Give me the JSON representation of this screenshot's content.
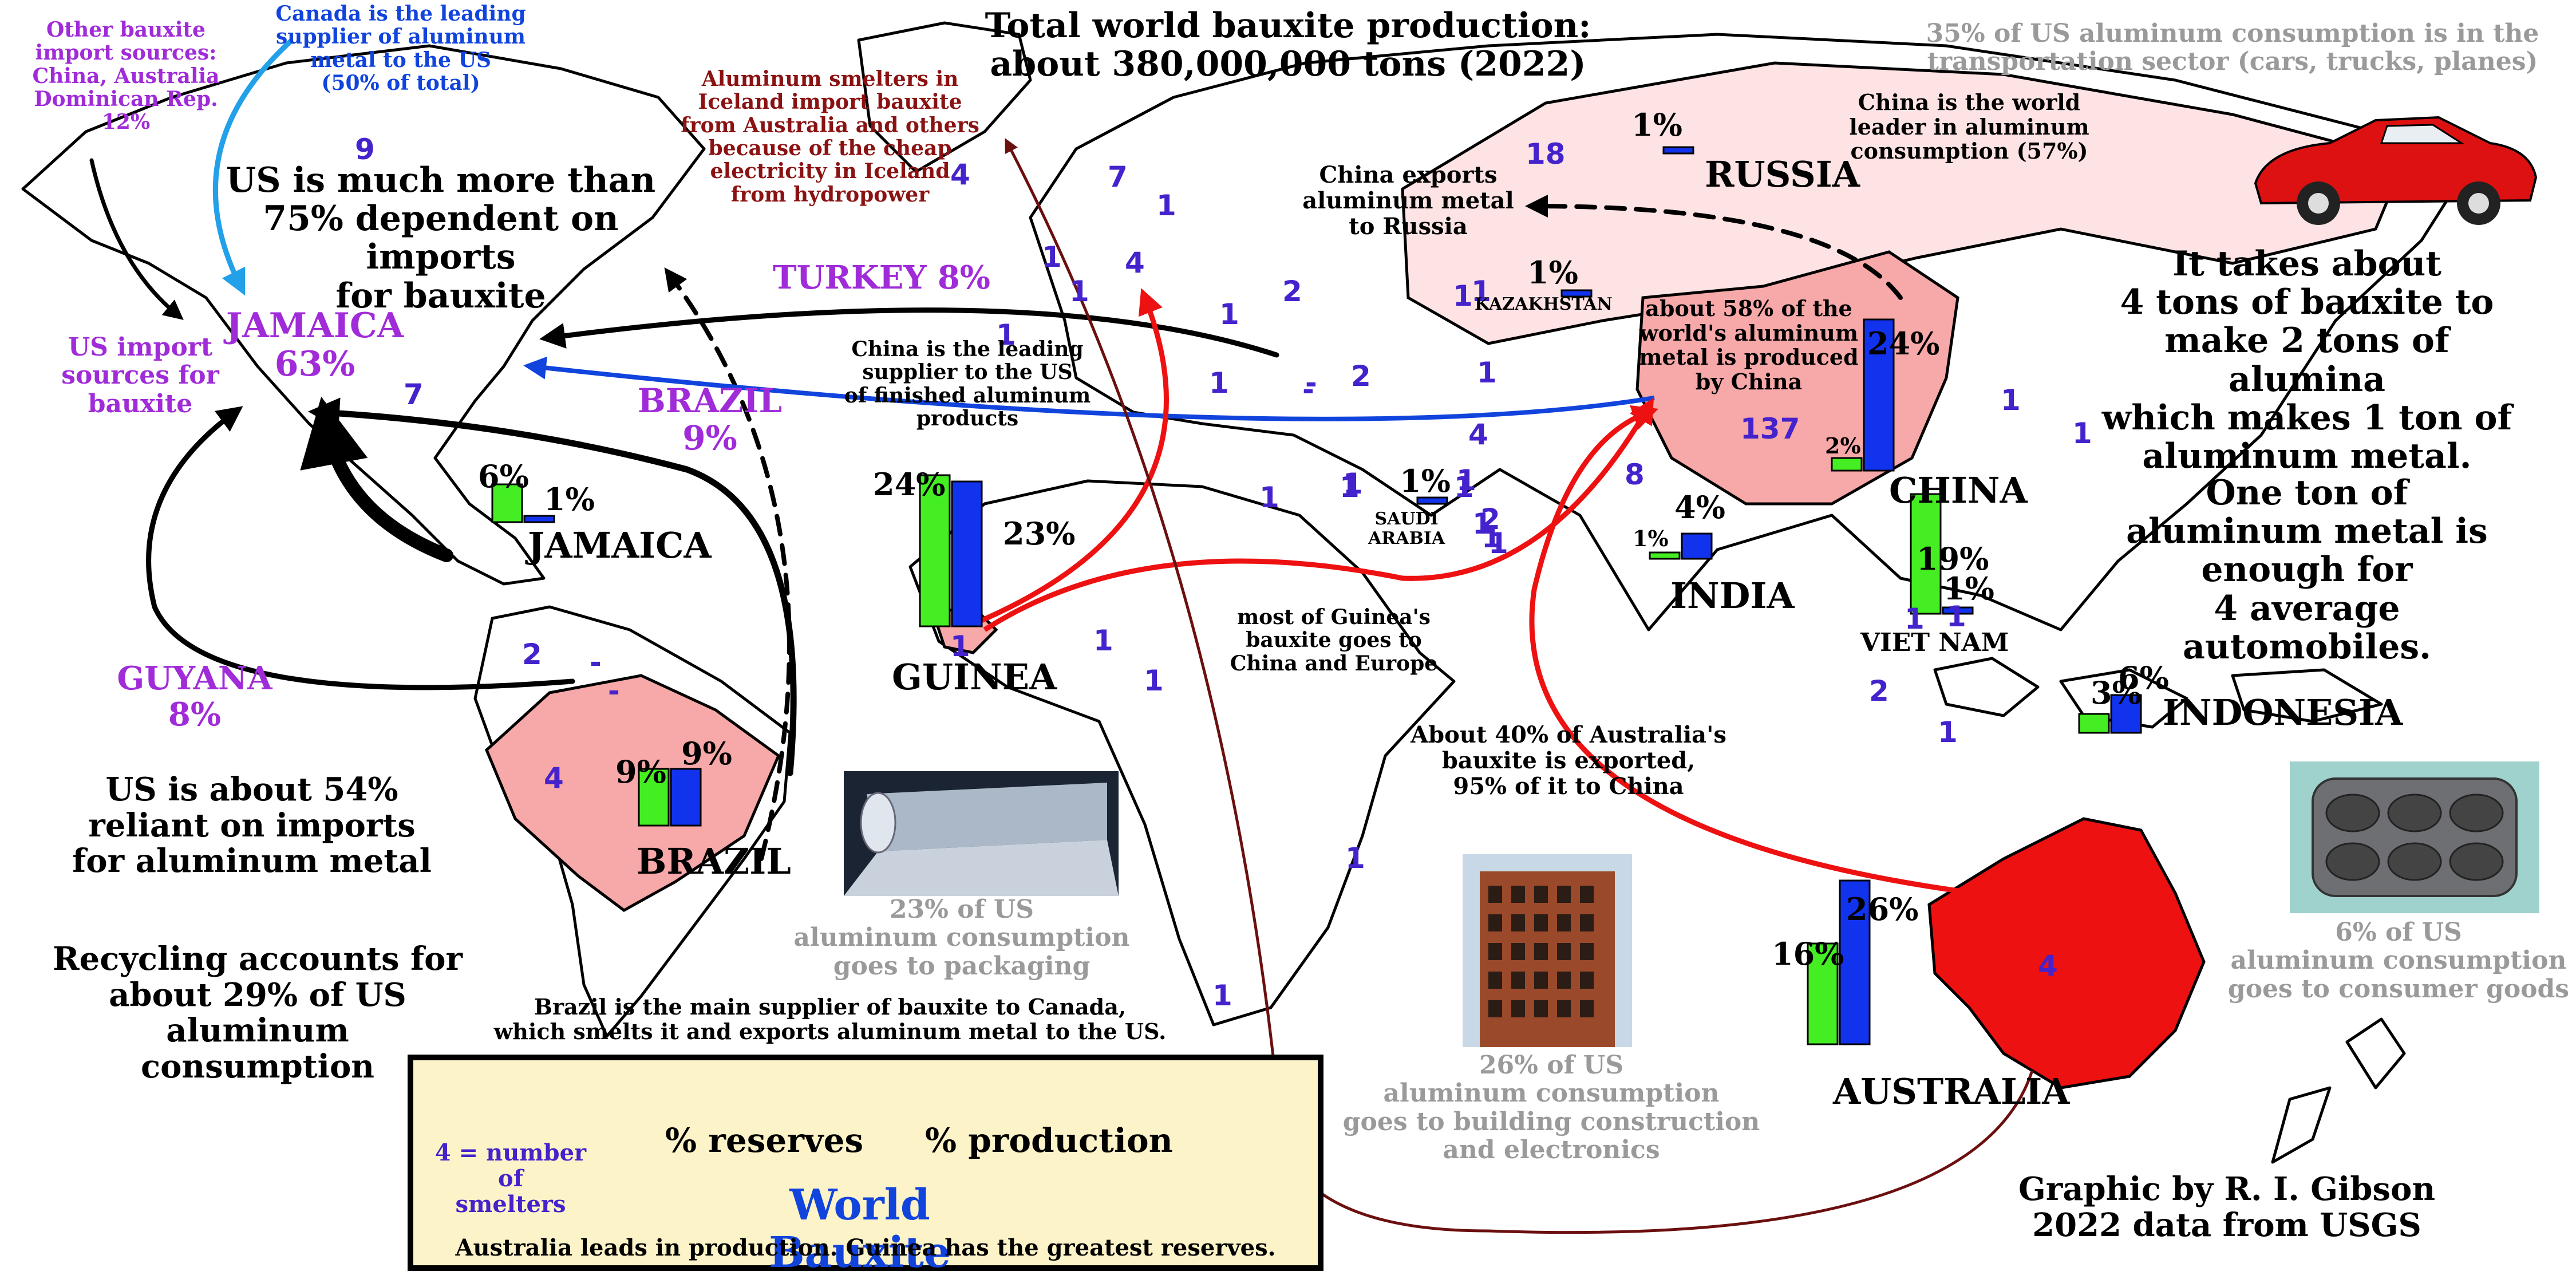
{
  "title": "Total world bauxite production:\nabout 380,000,000 tons (2022)",
  "colors": {
    "reserves_bar": "#44ee22",
    "production_bar": "#1133ee",
    "country_highlight": "#f7a8a8",
    "australia": "#ee1111",
    "arrow_black": "#000000",
    "arrow_red": "#ee1111",
    "arrow_blue": "#1144dd",
    "arrow_lightblue": "#22a0e8",
    "arrow_brown": "#6b0f0f",
    "smelter_number": "#4422cc"
  },
  "countries": {
    "jamaica": "JAMAICA",
    "brazil": "BRAZIL",
    "guinea": "GUINEA",
    "russia": "RUSSIA",
    "kazakhstan": "KAZAKHSTAN",
    "saudi_arabia": "SAUDI\nARABIA",
    "china": "CHINA",
    "india": "INDIA",
    "viet_nam": "VIET NAM",
    "indonesia": "INDONESIA",
    "australia": "AUSTRALIA"
  },
  "us_import_labels": {
    "jamaica": "JAMAICA\n63%",
    "brazil": "BRAZIL\n9%",
    "guyana": "GUYANA\n8%",
    "turkey": "TURKEY 8%",
    "sources": "US import\nsources for\nbauxite",
    "other": "Other bauxite\nimport sources:\nChina, Australia\nDominican Rep.\n12%"
  },
  "notes": {
    "canada": "Canada is the leading\nsupplier of aluminum\nmetal to the US\n(50% of total)",
    "iceland": "Aluminum smelters in\nIceland import bauxite\nfrom Australia and others\nbecause of the cheap\nelectricity in Iceland\nfrom hydropower",
    "us_dependent": "US is much more than\n75% dependent on imports\nfor bauxite",
    "us_reliant": "US is about 54%\nreliant on imports\nfor aluminum metal",
    "recycling": "Recycling accounts for\nabout 29% of US\naluminum\nconsumption",
    "china_us": "China is the leading\nsupplier to the US\nof finished aluminum\nproducts",
    "china_russia": "China exports\naluminum metal\nto Russia",
    "china_leader": "China is the world\nleader in aluminum\nconsumption (57%)",
    "china_58": "about 58% of the\nworld's aluminum\nmetal is produced\nby China",
    "guinea_exports": "most of Guinea's\nbauxite goes to\nChina and Europe",
    "australia_exports": "About 40% of Australia's\nbauxite is exported,\n95% of it to China",
    "brazil_canada": "Brazil is the main supplier of bauxite to Canada,\nwhich smelts it and exports aluminum metal to the US.",
    "ratio": "It takes about\n4 tons of bauxite to\nmake 2 tons of alumina\nwhich makes 1 ton of\naluminum metal.",
    "automobiles": "One ton of\naluminum metal is\nenough for\n4 average automobiles.",
    "credit": "Graphic by R. I. Gibson\n2022 data from USGS"
  },
  "consumption": {
    "transportation": "35% of US aluminum consumption is in the\ntransportation sector (cars, trucks, planes)",
    "packaging": "23% of US\naluminum consumption\ngoes to packaging",
    "construction": "26% of US\naluminum consumption\ngoes to building construction\nand electronics",
    "consumer": "6% of US\naluminum consumption\ngoes to consumer goods"
  },
  "bars": [
    {
      "country": "JAMAICA",
      "reserves": 6,
      "production": 1,
      "reserves_label": "6%",
      "production_label": "1%"
    },
    {
      "country": "BRAZIL",
      "reserves": 9,
      "production": 9,
      "reserves_label": "9%",
      "production_label": "9%"
    },
    {
      "country": "GUINEA",
      "reserves": 24,
      "production": 23,
      "reserves_label": "24%",
      "production_label": "23%"
    },
    {
      "country": "RUSSIA",
      "reserves": 0,
      "production": 1,
      "reserves_label": "",
      "production_label": "1%"
    },
    {
      "country": "KAZAKHSTAN",
      "reserves": 0,
      "production": 1,
      "reserves_label": "",
      "production_label": "1%"
    },
    {
      "country": "SAUDI ARABIA",
      "reserves": 0,
      "production": 1,
      "reserves_label": "",
      "production_label": "1%"
    },
    {
      "country": "CHINA",
      "reserves": 2,
      "production": 24,
      "reserves_label": "2%",
      "production_label": "24%"
    },
    {
      "country": "INDIA",
      "reserves": 1,
      "production": 4,
      "reserves_label": "1%",
      "production_label": "4%"
    },
    {
      "country": "VIET NAM",
      "reserves": 19,
      "production": 1,
      "reserves_label": "19%",
      "production_label": "1%"
    },
    {
      "country": "INDONESIA",
      "reserves": 3,
      "production": 6,
      "reserves_label": "3%",
      "production_label": "6%"
    },
    {
      "country": "AUSTRALIA",
      "reserves": 16,
      "production": 26,
      "reserves_label": "16%",
      "production_label": "26%"
    }
  ],
  "smelters": [
    "9",
    "4",
    "7",
    "1",
    "1",
    "4",
    "1",
    "1",
    "1",
    "2",
    "1",
    "-",
    "2",
    "1",
    "1",
    "18",
    "1",
    "7",
    "4",
    "8",
    "137",
    "1",
    "1",
    "1",
    "1",
    "1",
    "2",
    "1",
    "1",
    "1",
    "1",
    "2",
    "1",
    "1",
    "2",
    "-",
    "-",
    "4",
    "1",
    "1",
    "1",
    "1",
    "1",
    "1",
    "4",
    "1",
    "-"
  ],
  "legend": {
    "smelters_note": "4 = number of\nsmelters",
    "reserves": "% reserves",
    "production": "% production",
    "title": "World Bauxite",
    "caption": "Australia leads in production. Guinea has the greatest reserves."
  }
}
